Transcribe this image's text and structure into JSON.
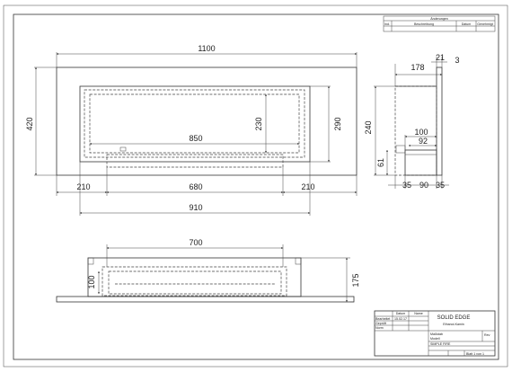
{
  "revision_table": {
    "title": "Änderungen",
    "col_index": "Ind.",
    "col_description": "Beschreibung",
    "col_date": "Datum",
    "col_approved": "Genehmigt"
  },
  "front_view": {
    "overall_width": "1100",
    "overall_height": "420",
    "opening_height": "290",
    "inner_height": "230",
    "inner_width": "850",
    "margin_left": "210",
    "middle_width": "680",
    "margin_right": "210",
    "opening_width": "910"
  },
  "side_view": {
    "depth_total": "178",
    "flange": "21",
    "wall": "3",
    "height": "240",
    "inner_depth": "100",
    "burner_depth": "92",
    "burner_height": "61",
    "seg_a": "35",
    "seg_b": "90",
    "seg_c": "35"
  },
  "top_view": {
    "width": "700",
    "inner_depth": "100",
    "depth": "175"
  },
  "title_block": {
    "col_date": "Datum",
    "col_name": "Name",
    "row_drawn": "Bearbeitet",
    "row_checked": "Geprüft",
    "row_norm": "Norm",
    "date_value": "15.02.17",
    "product_name": "SOLID EDGE",
    "product_sub": "Ethanol-Kamin",
    "scale_label": "Maßstab",
    "model_label": "Modell",
    "designation": "SIMPLE FIRE",
    "sheet_label": "Blatt 1 von 1",
    "rev_label": "Rev"
  }
}
